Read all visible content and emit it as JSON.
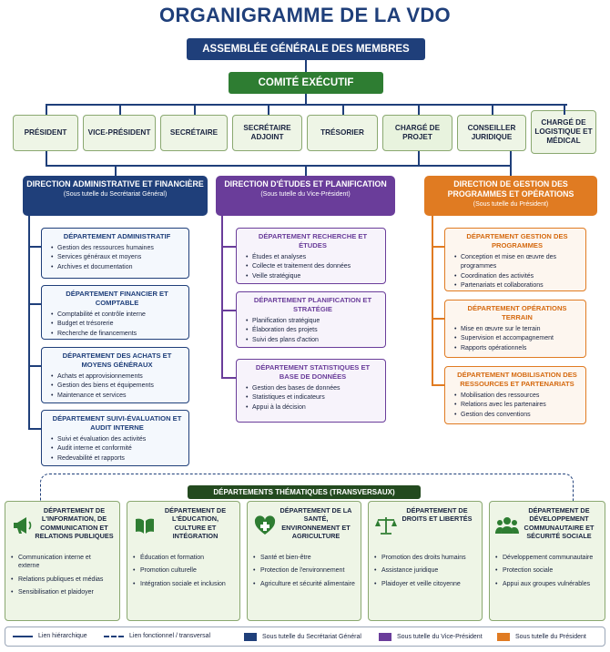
{
  "title": "ORGANIGRAMME DE LA VDO",
  "assembly": "ASSEMBLÉE GÉNÉRALE DES MEMBRES",
  "committee": "COMITÉ EXÉCUTIF",
  "roles": [
    "PRÉSIDENT",
    "VICE-PRÉSIDENT",
    "SECRÉTAIRE",
    "SECRÉTAIRE ADJOINT",
    "TRÉSORIER",
    "CHARGÉ DE PROJET",
    "CONSEILLER JURIDIQUE",
    "CHARGÉ DE LOGISTIQUE ET MÉDICAL"
  ],
  "colors": {
    "blue": "#1f3f7a",
    "purple": "#6a3d9a",
    "orange": "#e07b22",
    "green": "#2e7d32"
  },
  "directions": [
    {
      "name": "DIRECTION ADMINISTRATIVE ET FINANCIÈRE",
      "sub": "(Sous tutelle du Secrétariat Général)",
      "departments": [
        {
          "title": "DÉPARTEMENT ADMINISTRATIF",
          "items": [
            "Gestion des ressources humaines",
            "Services généraux et moyens",
            "Archives et documentation"
          ]
        },
        {
          "title": "DÉPARTEMENT FINANCIER ET COMPTABLE",
          "items": [
            "Comptabilité et contrôle interne",
            "Budget et trésorerie",
            "Recherche de financements"
          ]
        },
        {
          "title": "DÉPARTEMENT DES ACHATS ET MOYENS GÉNÉRAUX",
          "items": [
            "Achats et approvisionnements",
            "Gestion des biens et équipements",
            "Maintenance et services"
          ]
        },
        {
          "title": "DÉPARTEMENT SUIVI-ÉVALUATION ET AUDIT INTERNE",
          "items": [
            "Suivi et évaluation des activités",
            "Audit interne et conformité",
            "Redevabilité et rapports"
          ]
        }
      ]
    },
    {
      "name": "DIRECTION D'ÉTUDES ET PLANIFICATION",
      "sub": "(Sous tutelle du Vice-Président)",
      "departments": [
        {
          "title": "DÉPARTEMENT RECHERCHE ET ÉTUDES",
          "items": [
            "Études et analyses",
            "Collecte et traitement des données",
            "Veille stratégique"
          ]
        },
        {
          "title": "DÉPARTEMENT PLANIFICATION ET STRATÉGIE",
          "items": [
            "Planification stratégique",
            "Élaboration des projets",
            "Suivi des plans d'action"
          ]
        },
        {
          "title": "DÉPARTEMENT STATISTIQUES ET BASE DE DONNÉES",
          "items": [
            "Gestion des bases de données",
            "Statistiques et indicateurs",
            "Appui à la décision"
          ]
        }
      ]
    },
    {
      "name": "DIRECTION DE GESTION DES PROGRAMMES ET OPÉRATIONS",
      "sub": "(Sous tutelle du Président)",
      "departments": [
        {
          "title": "DÉPARTEMENT GESTION DES PROGRAMMES",
          "items": [
            "Conception et mise en œuvre des programmes",
            "Coordination des activités",
            "Partenariats et collaborations"
          ]
        },
        {
          "title": "DÉPARTEMENT OPÉRATIONS TERRAIN",
          "items": [
            "Mise en œuvre sur le terrain",
            "Supervision et accompagnement",
            "Rapports opérationnels"
          ]
        },
        {
          "title": "DÉPARTEMENT MOBILISATION DES RESSOURCES ET PARTENARIATS",
          "items": [
            "Mobilisation des ressources",
            "Relations avec les partenaires",
            "Gestion des conventions"
          ]
        }
      ]
    }
  ],
  "thematic_banner": "DÉPARTEMENTS THÉMATIQUES (TRANSVERSAUX)",
  "thematic": [
    {
      "icon": "megaphone-icon",
      "title": "DÉPARTEMENT DE L'INFORMATION, DE COMMUNICATION ET RELATIONS PUBLIQUES",
      "items": [
        "Communication interne et externe",
        "Relations publiques et médias",
        "Sensibilisation et plaidoyer"
      ]
    },
    {
      "icon": "book-icon",
      "title": "DÉPARTEMENT DE L'ÉDUCATION, CULTURE ET INTÉGRATION",
      "items": [
        "Éducation et formation",
        "Promotion culturelle",
        "Intégration sociale et inclusion"
      ]
    },
    {
      "icon": "health-cross-icon",
      "title": "DÉPARTEMENT DE LA SANTÉ, ENVIRONNEMENT ET AGRICULTURE",
      "items": [
        "Santé et bien-être",
        "Protection de l'environnement",
        "Agriculture et sécurité alimentaire"
      ]
    },
    {
      "icon": "scales-icon",
      "title": "DÉPARTEMENT DE DROITS ET LIBERTÉS",
      "items": [
        "Promotion des droits humains",
        "Assistance juridique",
        "Plaidoyer et veille citoyenne"
      ]
    },
    {
      "icon": "community-icon",
      "title": "DÉPARTEMENT DE DÉVELOPPEMENT COMMUNAUTAIRE ET SÉCURITÉ SOCIALE",
      "items": [
        "Développement communautaire",
        "Protection sociale",
        "Appui aux groupes vulnérables"
      ]
    }
  ],
  "legend": {
    "hier": "Lien hiérarchique",
    "func": "Lien fonctionnel / transversal",
    "sg": "Sous tutelle du Secrétariat Général",
    "vp": "Sous tutelle du Vice-Président",
    "pres": "Sous tutelle du Président"
  }
}
